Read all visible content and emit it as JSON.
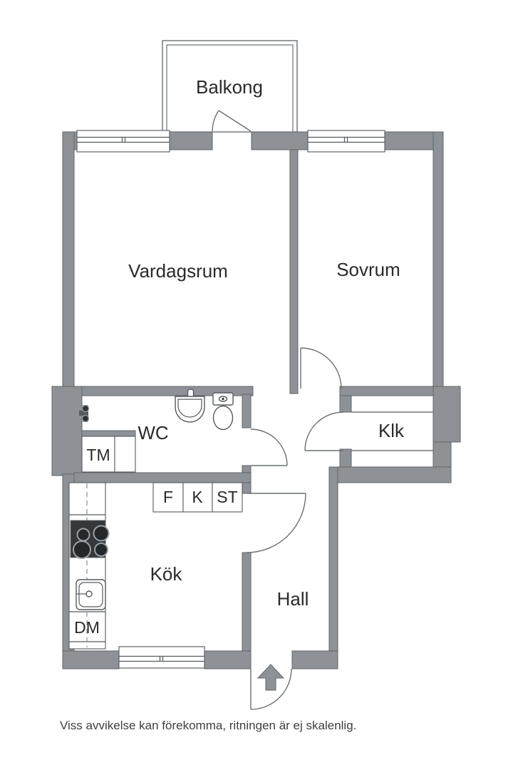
{
  "floorplan": {
    "labels": {
      "balcony": "Balkong",
      "living_room": "Vardagsrum",
      "bedroom": "Sovrum",
      "wc": "WC",
      "washing_machine": "TM",
      "closet": "Klk",
      "fridge": "F",
      "freezer": "K",
      "pantry": "ST",
      "kitchen": "Kök",
      "hall": "Hall",
      "dishwasher": "DM"
    },
    "disclaimer": "Viss avvikelse kan förekomma, ritningen är ej skalenlig.",
    "colors": {
      "wall": "#8e9296",
      "outline": "#5f6568",
      "fixture_outline": "#555a5e",
      "text": "#2a2a2a",
      "stove": "#34383b"
    }
  }
}
